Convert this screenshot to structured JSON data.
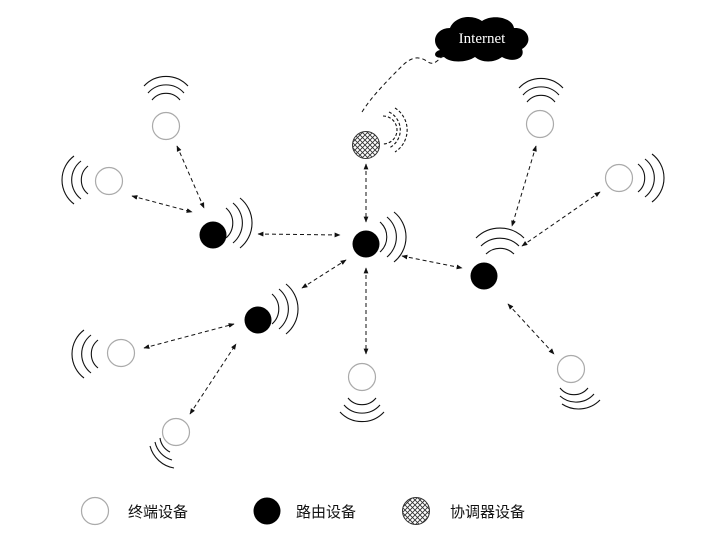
{
  "cloud": {
    "label": "Internet"
  },
  "legend": {
    "end_device": "终端设备",
    "router": "路由设备",
    "coordinator": "协调器设备"
  }
}
